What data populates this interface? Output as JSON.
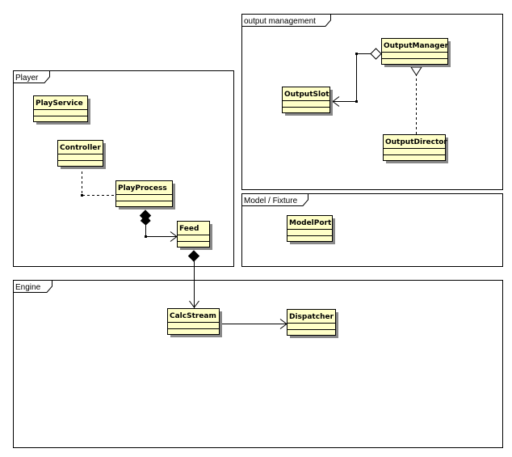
{
  "diagram": {
    "type": "UML class diagram",
    "colors": {
      "class_fill": "#ffffc8",
      "shadow": "#888888",
      "stroke": "#000000",
      "background": "#ffffff"
    },
    "packages": [
      {
        "id": "output-management",
        "label": "output management"
      },
      {
        "id": "player",
        "label": "Player"
      },
      {
        "id": "model-fixture",
        "label": "Model / Fixture"
      },
      {
        "id": "engine",
        "label": "Engine"
      }
    ],
    "classes": [
      {
        "id": "PlayService",
        "label": "PlayService",
        "package": "player"
      },
      {
        "id": "Controller",
        "label": "Controller",
        "package": "player"
      },
      {
        "id": "PlayProcess",
        "label": "PlayProcess",
        "package": "player"
      },
      {
        "id": "Feed",
        "label": "Feed",
        "package": "player"
      },
      {
        "id": "OutputManager",
        "label": "OutputManager",
        "package": "output-management"
      },
      {
        "id": "OutputSlot",
        "label": "OutputSlot",
        "package": "output-management"
      },
      {
        "id": "OutputDirector",
        "label": "OutputDirector",
        "package": "output-management"
      },
      {
        "id": "ModelPort",
        "label": "ModelPort",
        "package": "model-fixture"
      },
      {
        "id": "CalcStream",
        "label": "CalcStream",
        "package": "engine"
      },
      {
        "id": "Dispatcher",
        "label": "Dispatcher",
        "package": "engine"
      }
    ],
    "relations": [
      {
        "from": "Controller",
        "to": "PlayProcess",
        "kind": "dependency (dashed)"
      },
      {
        "from": "PlayProcess",
        "to": "Feed",
        "kind": "composition, navigable"
      },
      {
        "from": "Feed",
        "to": "CalcStream",
        "kind": "composition, navigable"
      },
      {
        "from": "CalcStream",
        "to": "Dispatcher",
        "kind": "association, navigable"
      },
      {
        "from": "OutputManager",
        "to": "OutputSlot",
        "kind": "aggregation, navigable"
      },
      {
        "from": "OutputDirector",
        "to": "OutputManager",
        "kind": "realization"
      }
    ]
  }
}
